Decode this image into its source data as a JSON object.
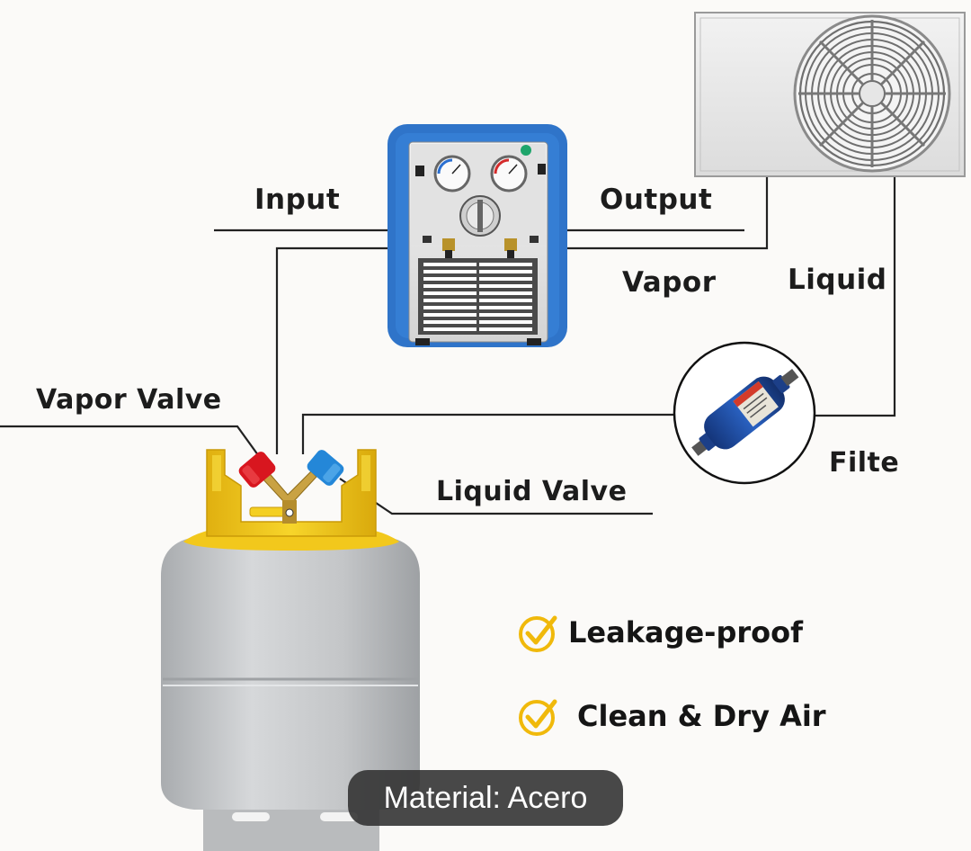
{
  "labels": {
    "input": "Input",
    "output": "Output",
    "vapor": "Vapor",
    "liquid": "Liquid",
    "vapor_valve": "Vapor Valve",
    "liquid_valve": "Liquid Valve",
    "filter": "Filte"
  },
  "features": [
    {
      "text": "Leakage-proof",
      "icon": "check-circle-icon"
    },
    {
      "text": "Clean & Dry Air",
      "icon": "check-circle-icon"
    }
  ],
  "badge": "Material: Acero",
  "colors": {
    "machine_frame": "#2f74c9",
    "cylinder_body": "#c8cacc",
    "cylinder_top": "#f2c81c",
    "valve_vapor": "#d8161f",
    "valve_liquid": "#2487d8",
    "check_icon": "#f0b90b",
    "filter_body": "#1f4fa8"
  }
}
